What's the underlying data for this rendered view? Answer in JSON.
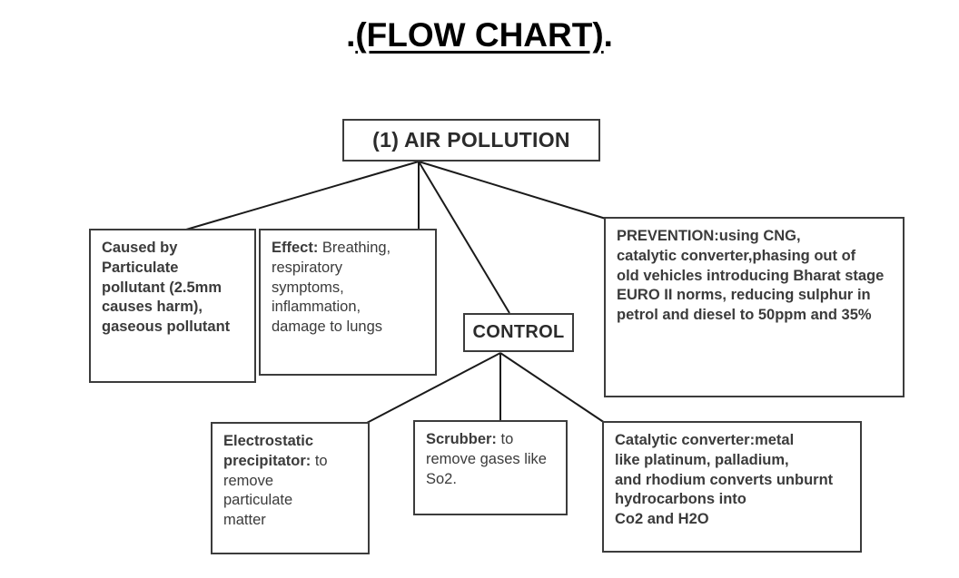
{
  "title": {
    "prefix": ".",
    "main": "(FLOW CHART)",
    "suffix": "."
  },
  "nodes": {
    "air_pollution": {
      "label": "(1) AIR POLLUTION"
    },
    "control": {
      "label": "CONTROL"
    },
    "causes": {
      "text": "Caused by\nParticulate\npollutant (2.5mm\ncauses harm),\ngaseous pollutant"
    },
    "effect": {
      "heading": "Effect:",
      "text": " Breathing,\nrespiratory\nsymptoms,\ninflammation,\ndamage to lungs"
    },
    "prevention": {
      "heading": "PREVENTION:",
      "text": "using CNG,\ncatalytic converter,phasing out of\nold vehicles introducing Bharat stage\nEURO II norms, reducing sulphur in\npetrol and diesel to 50ppm and 35%"
    },
    "electrostatic": {
      "heading": "Electrostatic\nprecipitator:",
      "text": " to\nremove\nparticulate\nmatter"
    },
    "scrubber": {
      "heading": "Scrubber:",
      "text": " to\nremove gases like\nSo2."
    },
    "catalytic": {
      "heading": "Catalytic converter:",
      "text": "metal\nlike platinum, palladium,\nand rhodium converts unburnt\nhydrocarbons into\nCo2 and H2O"
    }
  },
  "colors": {
    "ink": "#3b3b3b",
    "border": "#3c3c3c",
    "connector": "#1a1a1a",
    "background": "#ffffff",
    "title": "#000000"
  },
  "connections": [
    {
      "from": "air_pollution",
      "to": "causes"
    },
    {
      "from": "air_pollution",
      "to": "effect"
    },
    {
      "from": "air_pollution",
      "to": "control"
    },
    {
      "from": "air_pollution",
      "to": "prevention"
    },
    {
      "from": "control",
      "to": "electrostatic"
    },
    {
      "from": "control",
      "to": "scrubber"
    },
    {
      "from": "control",
      "to": "catalytic"
    }
  ]
}
